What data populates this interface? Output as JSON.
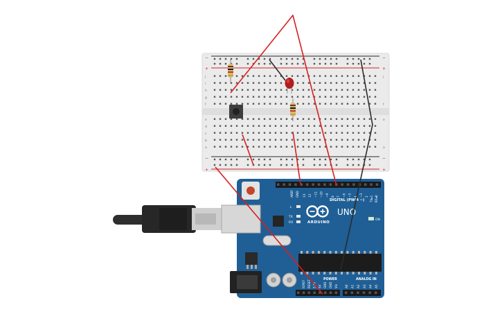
{
  "breadboard": {
    "rail_minus": "−",
    "rail_plus": "+",
    "row_letters_top": [
      "j",
      "i",
      "h",
      "g",
      "f"
    ],
    "row_letters_bottom": [
      "e",
      "d",
      "c",
      "b",
      "a"
    ]
  },
  "arduino": {
    "label_aref": "AREF",
    "label_gnd": "GND",
    "label_digital": "DIGITAL (PWM ~)",
    "label_tx_pin": "TX▸1",
    "label_rx_pin": "RX◂0",
    "label_l": "L",
    "label_tx": "TX",
    "label_rx": "RX",
    "brand": "ARDUINO",
    "model": "UNO",
    "label_on": "ON",
    "label_power": "POWER",
    "label_analog": "ANALOG IN",
    "digital_pins": [
      "13",
      "12",
      "~11",
      "~10",
      "~9",
      "8",
      "7",
      "~6",
      "~5",
      "4",
      "~3",
      "2"
    ],
    "power_pins": [
      "IOREF",
      "RESET",
      "3.3V",
      "5V",
      "GND",
      "GND",
      "Vin"
    ],
    "analog_pins": [
      "A0",
      "A1",
      "A2",
      "A3",
      "A4",
      "A5"
    ]
  },
  "colors": {
    "board_blue": "#1f5f96",
    "wire_red": "#d62020",
    "wire_black": "#2b2b2b",
    "breadboard": "#ebebeb",
    "led_red": "#b21c1c"
  }
}
